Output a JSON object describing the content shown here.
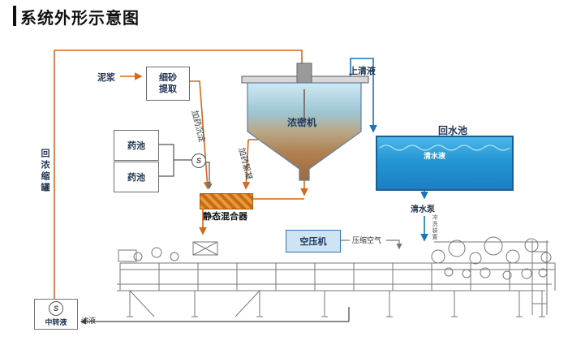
{
  "title": "系统外形示意图",
  "labels": {
    "mud": "泥浆",
    "fine_sand_extraction": "细砂提取",
    "supernatant": "上清液",
    "thickener": "浓密机",
    "return_pool": "回水池",
    "clear_water": "清水液",
    "chem_pool_1": "药池",
    "chem_pool_2": "药池",
    "dosing_sedimentation": "加药沉淀",
    "dosing_flocculation": "加药絮凝",
    "static_mixer": "静态混合器",
    "air_compressor": "空压机",
    "compressed_air": "压缩空气",
    "clean_water_pump": "清水泵",
    "flush_device": "冲洗装置",
    "return_concentrate_tank": "回浓缩罐",
    "transfer_liquid": "中转液",
    "filtrate": "滤液",
    "pump_symbol": "S"
  },
  "colors": {
    "pipe_orange": "#d2691e",
    "pipe_blue": "#1b75bb",
    "pool_blue": "#2596d4",
    "thickener_top": "#cfe9f4",
    "thickener_bottom": "#9c6b3e",
    "machine_gray": "#777777"
  }
}
